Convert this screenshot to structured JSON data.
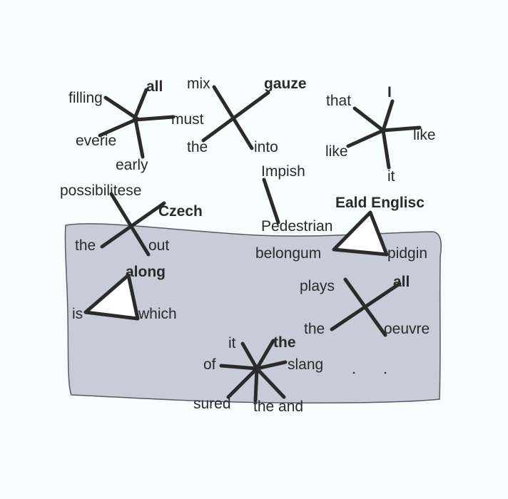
{
  "colors": {
    "background": "#f6fdfd",
    "region": "#c8ccd8",
    "ink": "#2b2b2b"
  },
  "words": {
    "filling": "filling",
    "all_1": "all",
    "must": "must",
    "everie": "everie",
    "early": "early",
    "mix": "mix",
    "gauze": "gauze",
    "the_1": "the",
    "into": "into",
    "that": "that",
    "I": "I",
    "like_1": "like",
    "like_2": "like",
    "it_1": "it",
    "possibilitese": "possibilitese",
    "czech": "Czech",
    "the_2": "the",
    "out": "out",
    "impish": "Impish",
    "pedestrian": "Pedestrian",
    "eald_englisc": "Eald Englisc",
    "belongum": "belongum",
    "pidgin": "pidgin",
    "along": "along",
    "is": "is",
    "which": "which",
    "plays": "plays",
    "all_2": "all",
    "the_3": "the",
    "oeuvre": "oeuvre",
    "it_2": "it",
    "the_4": "the",
    "of": "of",
    "slang": "slang",
    "sured": "sured",
    "the_and": "the and"
  }
}
